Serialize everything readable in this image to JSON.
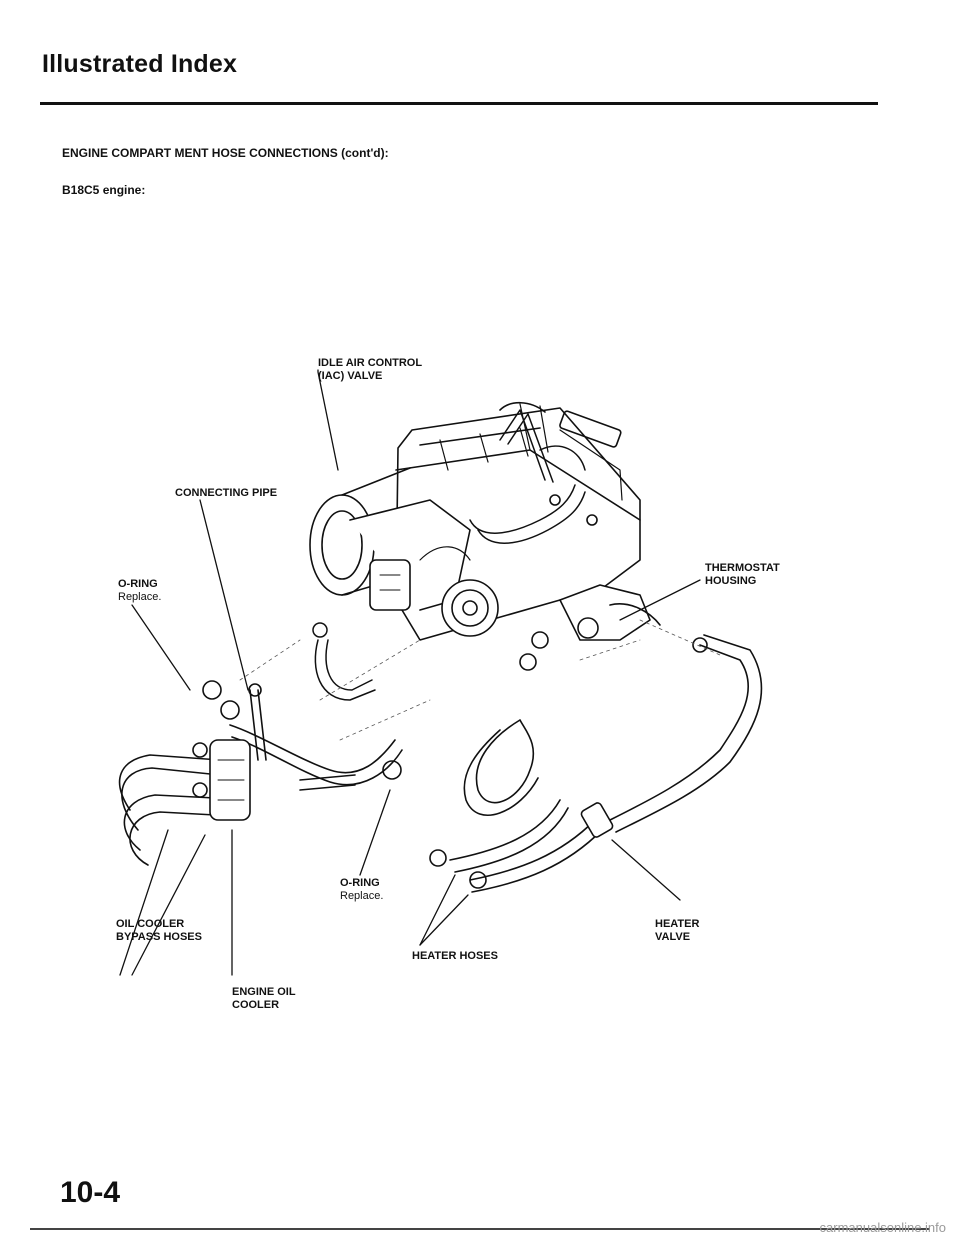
{
  "header": {
    "title": "Illustrated Index"
  },
  "section": {
    "title": "ENGINE COMPART MENT HOSE CONNECTIONS (cont'd):",
    "engine": "B18C5 engine:"
  },
  "callouts": {
    "iac_valve": {
      "line1": "IDLE AIR CONTROL",
      "line2": "(IAC) VALVE"
    },
    "connecting_pipe": {
      "line1": "CONNECTING PIPE"
    },
    "thermostat_housing": {
      "line1": "THERMOSTAT",
      "line2": "HOUSING"
    },
    "o_ring_left": {
      "line1": "O-RING",
      "line2": "Replace."
    },
    "o_ring_center": {
      "line1": "O-RING",
      "line2": "Replace."
    },
    "oil_cooler_bypass": {
      "line1": "OIL COOLER",
      "line2": "BYPASS HOSES"
    },
    "heater_valve": {
      "line1": "HEATER",
      "line2": "VALVE"
    },
    "heater_hoses": {
      "line1": "HEATER HOSES"
    },
    "engine_oil_cooler": {
      "line1": "ENGINE OIL",
      "line2": "COOLER"
    }
  },
  "footer": {
    "page_number": "10-4",
    "watermark": "carmanualsonline.info"
  }
}
